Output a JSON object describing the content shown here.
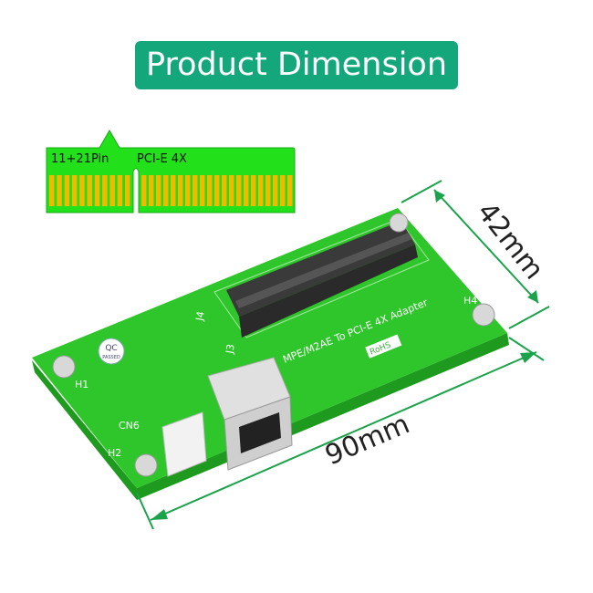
{
  "title": "Product Dimension",
  "pin_diagram": {
    "pin_label": "11+21Pin",
    "type_label": "PCI-E 4X",
    "board_color": "#22e01a",
    "pin_color": "#f5b800"
  },
  "board": {
    "name": "MPE/M2AE To PCI-E 4X Adapter",
    "labels": {
      "h1": "H1",
      "h2": "H2",
      "h4": "H4",
      "j3": "J3",
      "j4": "J4",
      "cn6": "CN6",
      "rohs": "RoHS",
      "qc": "QC",
      "passed": "PASSED"
    },
    "color": "#2ec62a"
  },
  "dimensions": {
    "width": "42mm",
    "length": "90mm",
    "line_color": "#1aa34a"
  },
  "banner_color": "#14a77c"
}
